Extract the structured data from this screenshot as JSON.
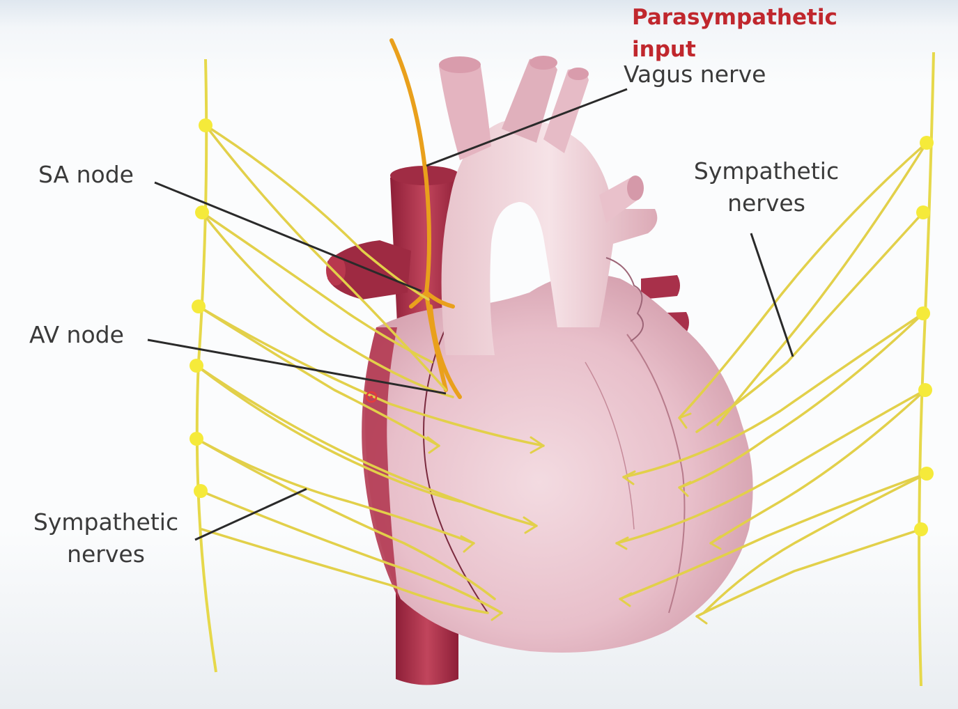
{
  "labels": {
    "parasympathetic": "Parasympathetic",
    "parasympathetic_line2": "input",
    "vagus_nerve": "Vagus nerve",
    "sa_node": "SA node",
    "av_node": "AV node",
    "sympathetic_right_line1": "Sympathetic",
    "sympathetic_right_line2": "nerves",
    "sympathetic_left_line1": "Sympathetic",
    "sympathetic_left_line2": "nerves"
  },
  "colors": {
    "nerve_yellow": "#e6d84a",
    "ganglion_yellow": "#f5ea3a",
    "vagus_orange": "#eaa21c",
    "heart_pink": "#ecc6cf",
    "vessel_red": "#b8384e",
    "accent_red": "#c0272d"
  }
}
